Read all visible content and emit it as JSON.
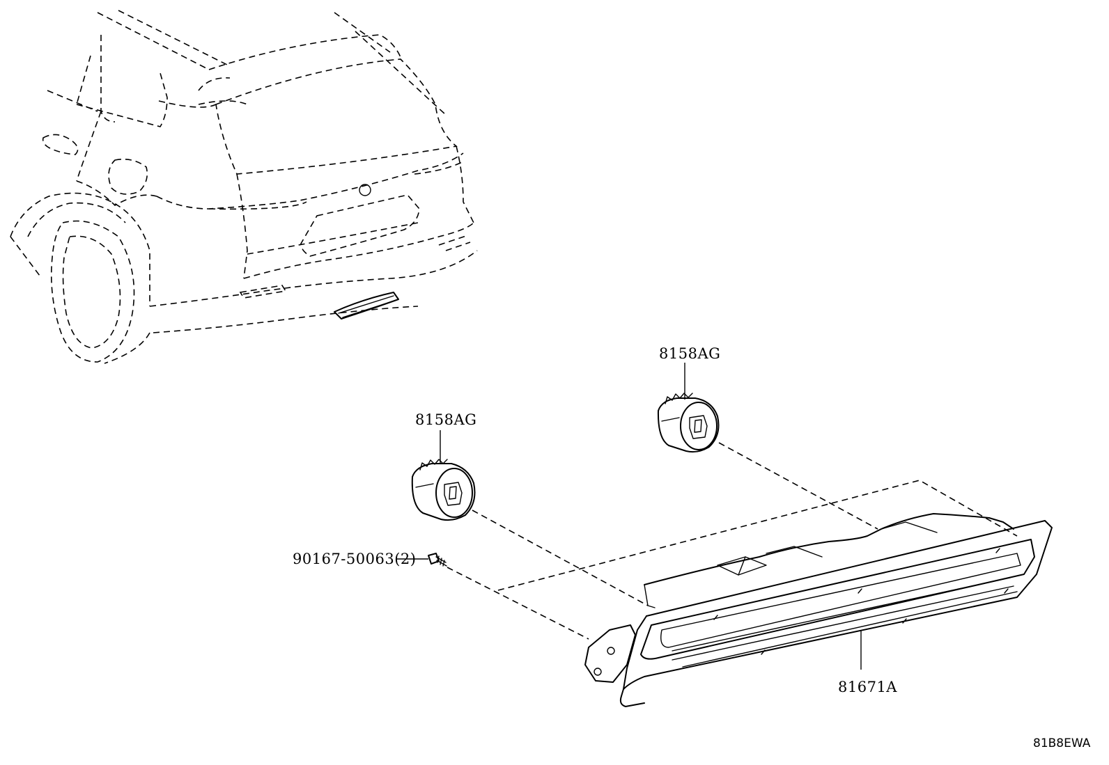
{
  "callouts": {
    "socket_upper": "8158AG",
    "socket_lower": "8158AG",
    "screw": "90167-50063(2)",
    "lamp": "81671A"
  },
  "illustration_code": "81B8EWA"
}
